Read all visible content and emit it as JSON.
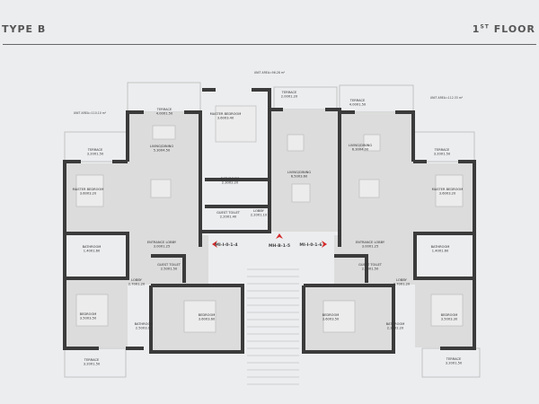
{
  "header": {
    "title": "TYPE B",
    "floor_number": "1",
    "floor_suffix": "ST",
    "floor_word": " FLOOR"
  },
  "colors": {
    "walls": "#3b3b3b",
    "room_fill": "#dcdcdc",
    "marker": "#d42a2a",
    "background": "#ecedef"
  },
  "unit_areas": [
    "UNIT AREA=110.10 m²",
    "UNIT AREA=96.28 m²",
    "UNIT AREA=112.33 m²"
  ],
  "rooms": [
    {
      "name": "TERRACE",
      "size": "4.00X1.50"
    },
    {
      "name": "TERRACE",
      "size": "2.00X1.20"
    },
    {
      "name": "TERRACE",
      "size": "4.00X1.50"
    },
    {
      "name": "TERRACE",
      "size": "3.20X1.50"
    },
    {
      "name": "TERRACE",
      "size": "3.20X1.50"
    },
    {
      "name": "MASTER BEDROOM",
      "size": "3.60X3.20"
    },
    {
      "name": "MASTER BEDROOM",
      "size": "3.60X3.40"
    },
    {
      "name": "MASTER BEDROOM",
      "size": "3.60X3.20"
    },
    {
      "name": "LIVING/DINING",
      "size": "5.30X4.50"
    },
    {
      "name": "LIVING/DINING",
      "size": "6.50X3.60"
    },
    {
      "name": "LIVING/DINING",
      "size": "6.30X4.00"
    },
    {
      "name": "BATHROOM",
      "size": "2.30X2.20"
    },
    {
      "name": "GUEST TOILET",
      "size": "2.20X1.40"
    },
    {
      "name": "LOBBY",
      "size": "2.20X1.10"
    },
    {
      "name": "ENTRANCE LOBBY",
      "size": "3.00X1.25"
    },
    {
      "name": "ENTRANCE LOBBY",
      "size": "3.00X1.25"
    },
    {
      "name": "BATHROOM",
      "size": "1.40X1.60"
    },
    {
      "name": "BATHROOM",
      "size": "1.40X1.60"
    },
    {
      "name": "GUEST TOILET",
      "size": "2.50X1.50"
    },
    {
      "name": "GUEST TOILET",
      "size": "2.50X1.50"
    },
    {
      "name": "LOBBY",
      "size": "2.70X1.20"
    },
    {
      "name": "LOBBY",
      "size": "2.70X1.20"
    },
    {
      "name": "BEDROOM",
      "size": "3.50X3.50"
    },
    {
      "name": "BEDROOM",
      "size": "3.60X3.60"
    },
    {
      "name": "BEDROOM",
      "size": "3.60X3.50"
    },
    {
      "name": "BEDROOM",
      "size": "3.50X3.30"
    },
    {
      "name": "BATHROOM",
      "size": "2.50X3.00"
    },
    {
      "name": "BATHROOM",
      "size": "2.20X2.20"
    },
    {
      "name": "TERRACE",
      "size": "3.20X1.50"
    },
    {
      "name": "TERRACE",
      "size": "3.20X1.50"
    }
  ],
  "unit_markers": [
    {
      "label": "MI-I-0-1-4",
      "direction": "left"
    },
    {
      "label": "MH-B-1-5",
      "direction": "up"
    },
    {
      "label": "MI-I-0-1-6",
      "direction": "right"
    }
  ]
}
